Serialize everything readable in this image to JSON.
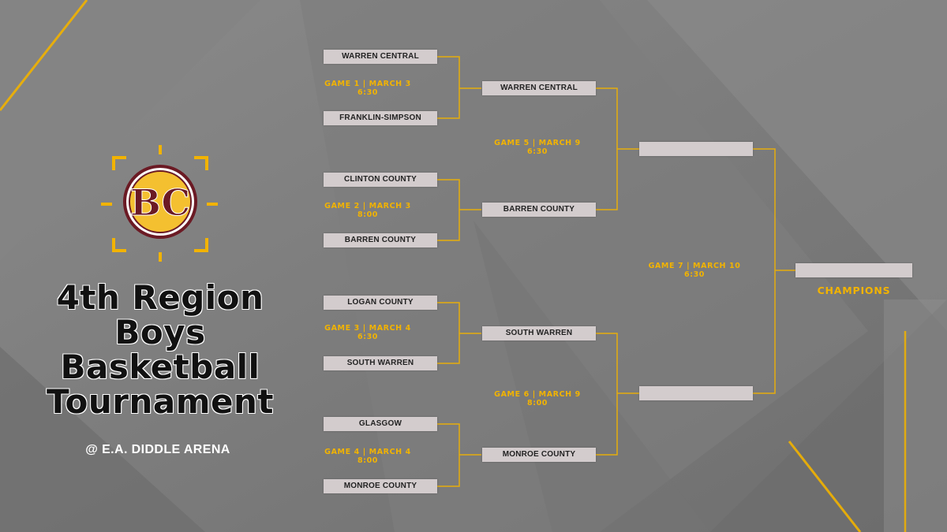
{
  "title_lines": [
    "4th Region",
    "Boys",
    "Basketball",
    "Tournament"
  ],
  "venue": "@ E.A. DIDDLE ARENA",
  "logo_text": "BC",
  "colors": {
    "accent": "#f2b300",
    "slot": "#d3cccd",
    "background": "#7a7a7a",
    "logo_maroon": "#6b1a24"
  },
  "round1": [
    {
      "team": "WARREN CENTRAL"
    },
    {
      "team": "FRANKLIN-SIMPSON"
    },
    {
      "team": "CLINTON COUNTY"
    },
    {
      "team": "BARREN COUNTY"
    },
    {
      "team": "LOGAN COUNTY"
    },
    {
      "team": "SOUTH WARREN"
    },
    {
      "team": "GLASGOW"
    },
    {
      "team": "MONROE COUNTY"
    }
  ],
  "round2": [
    {
      "team": "WARREN CENTRAL"
    },
    {
      "team": "BARREN COUNTY"
    },
    {
      "team": "SOUTH WARREN"
    },
    {
      "team": "MONROE COUNTY"
    }
  ],
  "round3": [
    {
      "team": ""
    },
    {
      "team": ""
    }
  ],
  "champion_slot": {
    "team": ""
  },
  "champions_label": "CHAMPIONS",
  "games": [
    {
      "line1": "GAME 1 | MARCH 3",
      "line2": "6:30"
    },
    {
      "line1": "GAME 2 | MARCH 3",
      "line2": "8:00"
    },
    {
      "line1": "GAME 3 | MARCH 4",
      "line2": "6:30"
    },
    {
      "line1": "GAME 4 | MARCH 4",
      "line2": "8:00"
    },
    {
      "line1": "GAME 5 | MARCH 9",
      "line2": "6:30"
    },
    {
      "line1": "GAME 6 | MARCH 9",
      "line2": "8:00"
    },
    {
      "line1": "GAME 7 | MARCH 10",
      "line2": "6:30"
    }
  ]
}
